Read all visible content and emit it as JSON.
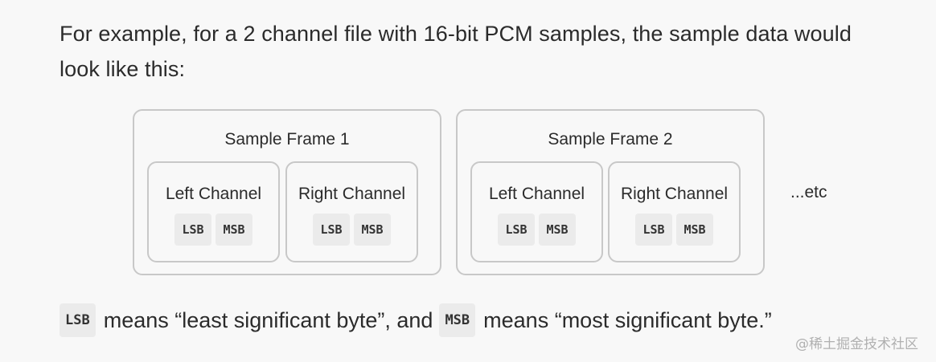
{
  "intro_text": "For example, for a 2 channel file with 16-bit PCM samples, the sample data would look like this:",
  "frames": [
    {
      "title": "Sample Frame 1",
      "channels": [
        {
          "title": "Left Channel",
          "lsb": "LSB",
          "msb": "MSB"
        },
        {
          "title": "Right Channel",
          "lsb": "LSB",
          "msb": "MSB"
        }
      ]
    },
    {
      "title": "Sample Frame 2",
      "channels": [
        {
          "title": "Left Channel",
          "lsb": "LSB",
          "msb": "MSB"
        },
        {
          "title": "Right Channel",
          "lsb": "LSB",
          "msb": "MSB"
        }
      ]
    }
  ],
  "etc": "...etc",
  "legend": {
    "lsb_code": "LSB",
    "lsb_text": "means “least significant byte”, and",
    "msb_code": "MSB",
    "msb_text": "means “most significant byte.”"
  },
  "watermark": "@稀土掘金技术社区",
  "colors": {
    "background": "#f8f8f8",
    "border": "#c8c8c8",
    "code_bg": "#ebebeb",
    "text": "#2b2b2b"
  }
}
